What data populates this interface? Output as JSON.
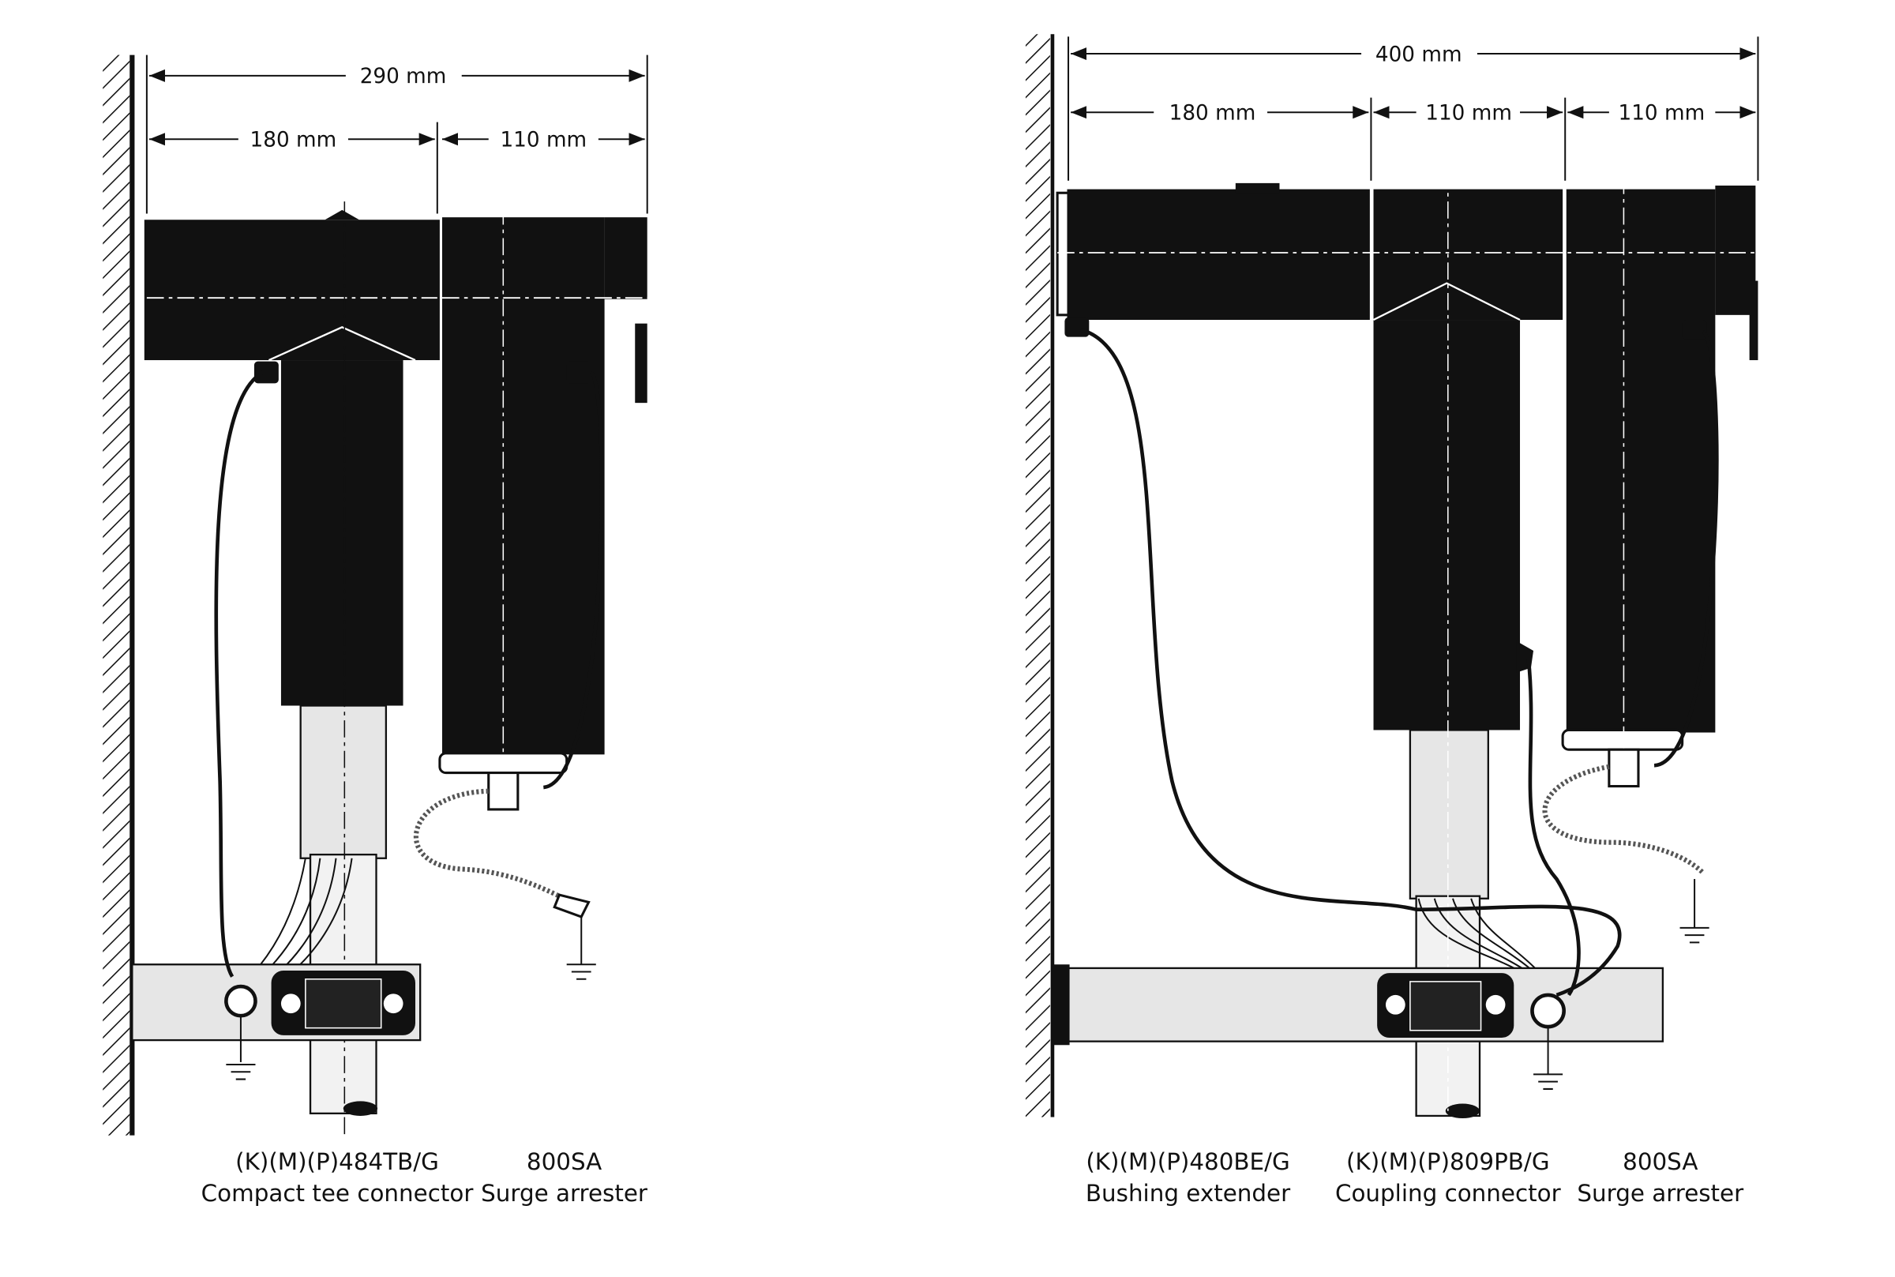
{
  "left_diagram": {
    "dimensions": {
      "total": "290 mm",
      "part_a": "180 mm",
      "part_b": "110 mm"
    },
    "components": [
      {
        "code": "(K)(M)(P)484TB/G",
        "name": "Compact tee connector"
      },
      {
        "code": "800SA",
        "name": "Surge arrester"
      }
    ]
  },
  "right_diagram": {
    "dimensions": {
      "total": "400 mm",
      "part_a": "180 mm",
      "part_b": "110 mm",
      "part_c": "110 mm"
    },
    "components": [
      {
        "code": "(K)(M)(P)480BE/G",
        "name": "Bushing extender"
      },
      {
        "code": "(K)(M)(P)809PB/G",
        "name": "Coupling connector"
      },
      {
        "code": "800SA",
        "name": "Surge arrester"
      }
    ]
  }
}
